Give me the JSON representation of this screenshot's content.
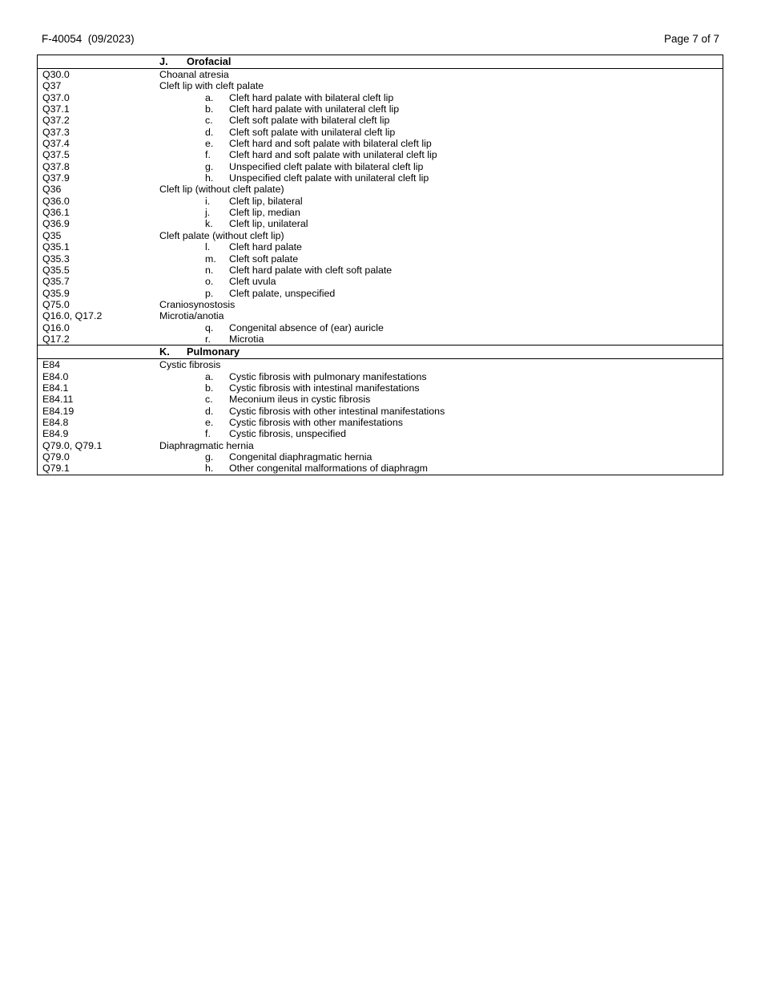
{
  "header": {
    "doc_id": "F-40054  (09/2023)",
    "page_label": "Page 7 of 7"
  },
  "table": {
    "sections": [
      {
        "letter": "J.",
        "title": "Orofacial",
        "rows": [
          {
            "code": "Q30.0",
            "category": "Choanal atresia",
            "letter": "",
            "desc": ""
          },
          {
            "code": "Q37",
            "category": "Cleft lip with cleft palate",
            "letter": "",
            "desc": ""
          },
          {
            "code": "Q37.0",
            "category": "",
            "letter": "a.",
            "desc": "Cleft hard palate with bilateral cleft lip"
          },
          {
            "code": "Q37.1",
            "category": "",
            "letter": "b.",
            "desc": "Cleft hard palate with unilateral cleft lip"
          },
          {
            "code": "Q37.2",
            "category": "",
            "letter": "c.",
            "desc": "Cleft soft palate with bilateral cleft lip"
          },
          {
            "code": "Q37.3",
            "category": "",
            "letter": "d.",
            "desc": "Cleft soft palate with unilateral cleft lip"
          },
          {
            "code": "Q37.4",
            "category": "",
            "letter": "e.",
            "desc": "Cleft hard and soft palate with bilateral cleft lip"
          },
          {
            "code": "Q37.5",
            "category": "",
            "letter": "f.",
            "desc": "Cleft hard and soft palate with unilateral cleft lip"
          },
          {
            "code": "Q37.8",
            "category": "",
            "letter": "g.",
            "desc": "Unspecified cleft palate with bilateral cleft lip"
          },
          {
            "code": "Q37.9",
            "category": "",
            "letter": "h.",
            "desc": "Unspecified cleft palate with unilateral cleft lip"
          },
          {
            "code": "Q36",
            "category": "Cleft lip (without cleft palate)",
            "letter": "",
            "desc": ""
          },
          {
            "code": "Q36.0",
            "category": "",
            "letter": "i.",
            "desc": "Cleft lip, bilateral"
          },
          {
            "code": "Q36.1",
            "category": "",
            "letter": "j.",
            "desc": "Cleft lip, median"
          },
          {
            "code": "Q36.9",
            "category": "",
            "letter": "k.",
            "desc": "Cleft lip, unilateral"
          },
          {
            "code": "Q35",
            "category": "Cleft palate (without cleft lip)",
            "letter": "",
            "desc": ""
          },
          {
            "code": "Q35.1",
            "category": "",
            "letter": "l.",
            "desc": "Cleft hard palate"
          },
          {
            "code": "Q35.3",
            "category": "",
            "letter": "m.",
            "desc": "Cleft soft palate"
          },
          {
            "code": "Q35.5",
            "category": "",
            "letter": "n.",
            "desc": "Cleft hard palate with cleft soft palate"
          },
          {
            "code": "Q35.7",
            "category": "",
            "letter": "o.",
            "desc": "Cleft uvula"
          },
          {
            "code": "Q35.9",
            "category": "",
            "letter": "p.",
            "desc": "Cleft palate, unspecified"
          },
          {
            "code": "Q75.0",
            "category": "Craniosynostosis",
            "letter": "",
            "desc": ""
          },
          {
            "code": "Q16.0, Q17.2",
            "category": "Microtia/anotia",
            "letter": "",
            "desc": ""
          },
          {
            "code": "Q16.0",
            "category": "",
            "letter": "q.",
            "desc": "Congenital absence of (ear) auricle"
          },
          {
            "code": "Q17.2",
            "category": "",
            "letter": "r.",
            "desc": "Microtia"
          }
        ]
      },
      {
        "letter": "K.",
        "title": "Pulmonary",
        "rows": [
          {
            "code": "E84",
            "category": "Cystic fibrosis",
            "letter": "",
            "desc": ""
          },
          {
            "code": "E84.0",
            "category": "",
            "letter": "a.",
            "desc": "Cystic fibrosis with pulmonary manifestations"
          },
          {
            "code": "E84.1",
            "category": "",
            "letter": "b.",
            "desc": "Cystic fibrosis with intestinal manifestations"
          },
          {
            "code": "E84.11",
            "category": "",
            "letter": "c.",
            "desc": "Meconium ileus in cystic fibrosis"
          },
          {
            "code": "E84.19",
            "category": "",
            "letter": "d.",
            "desc": "Cystic fibrosis with other intestinal manifestations"
          },
          {
            "code": "E84.8",
            "category": "",
            "letter": "e.",
            "desc": "Cystic fibrosis with other manifestations"
          },
          {
            "code": "E84.9",
            "category": "",
            "letter": "f.",
            "desc": "Cystic fibrosis, unspecified"
          },
          {
            "code": "Q79.0, Q79.1",
            "category": "Diaphragmatic hernia",
            "letter": "",
            "desc": ""
          },
          {
            "code": "Q79.0",
            "category": "",
            "letter": "g.",
            "desc": "Congenital diaphragmatic hernia"
          },
          {
            "code": "Q79.1",
            "category": "",
            "letter": "h.",
            "desc": "Other congenital malformations of diaphragm"
          }
        ]
      }
    ]
  }
}
